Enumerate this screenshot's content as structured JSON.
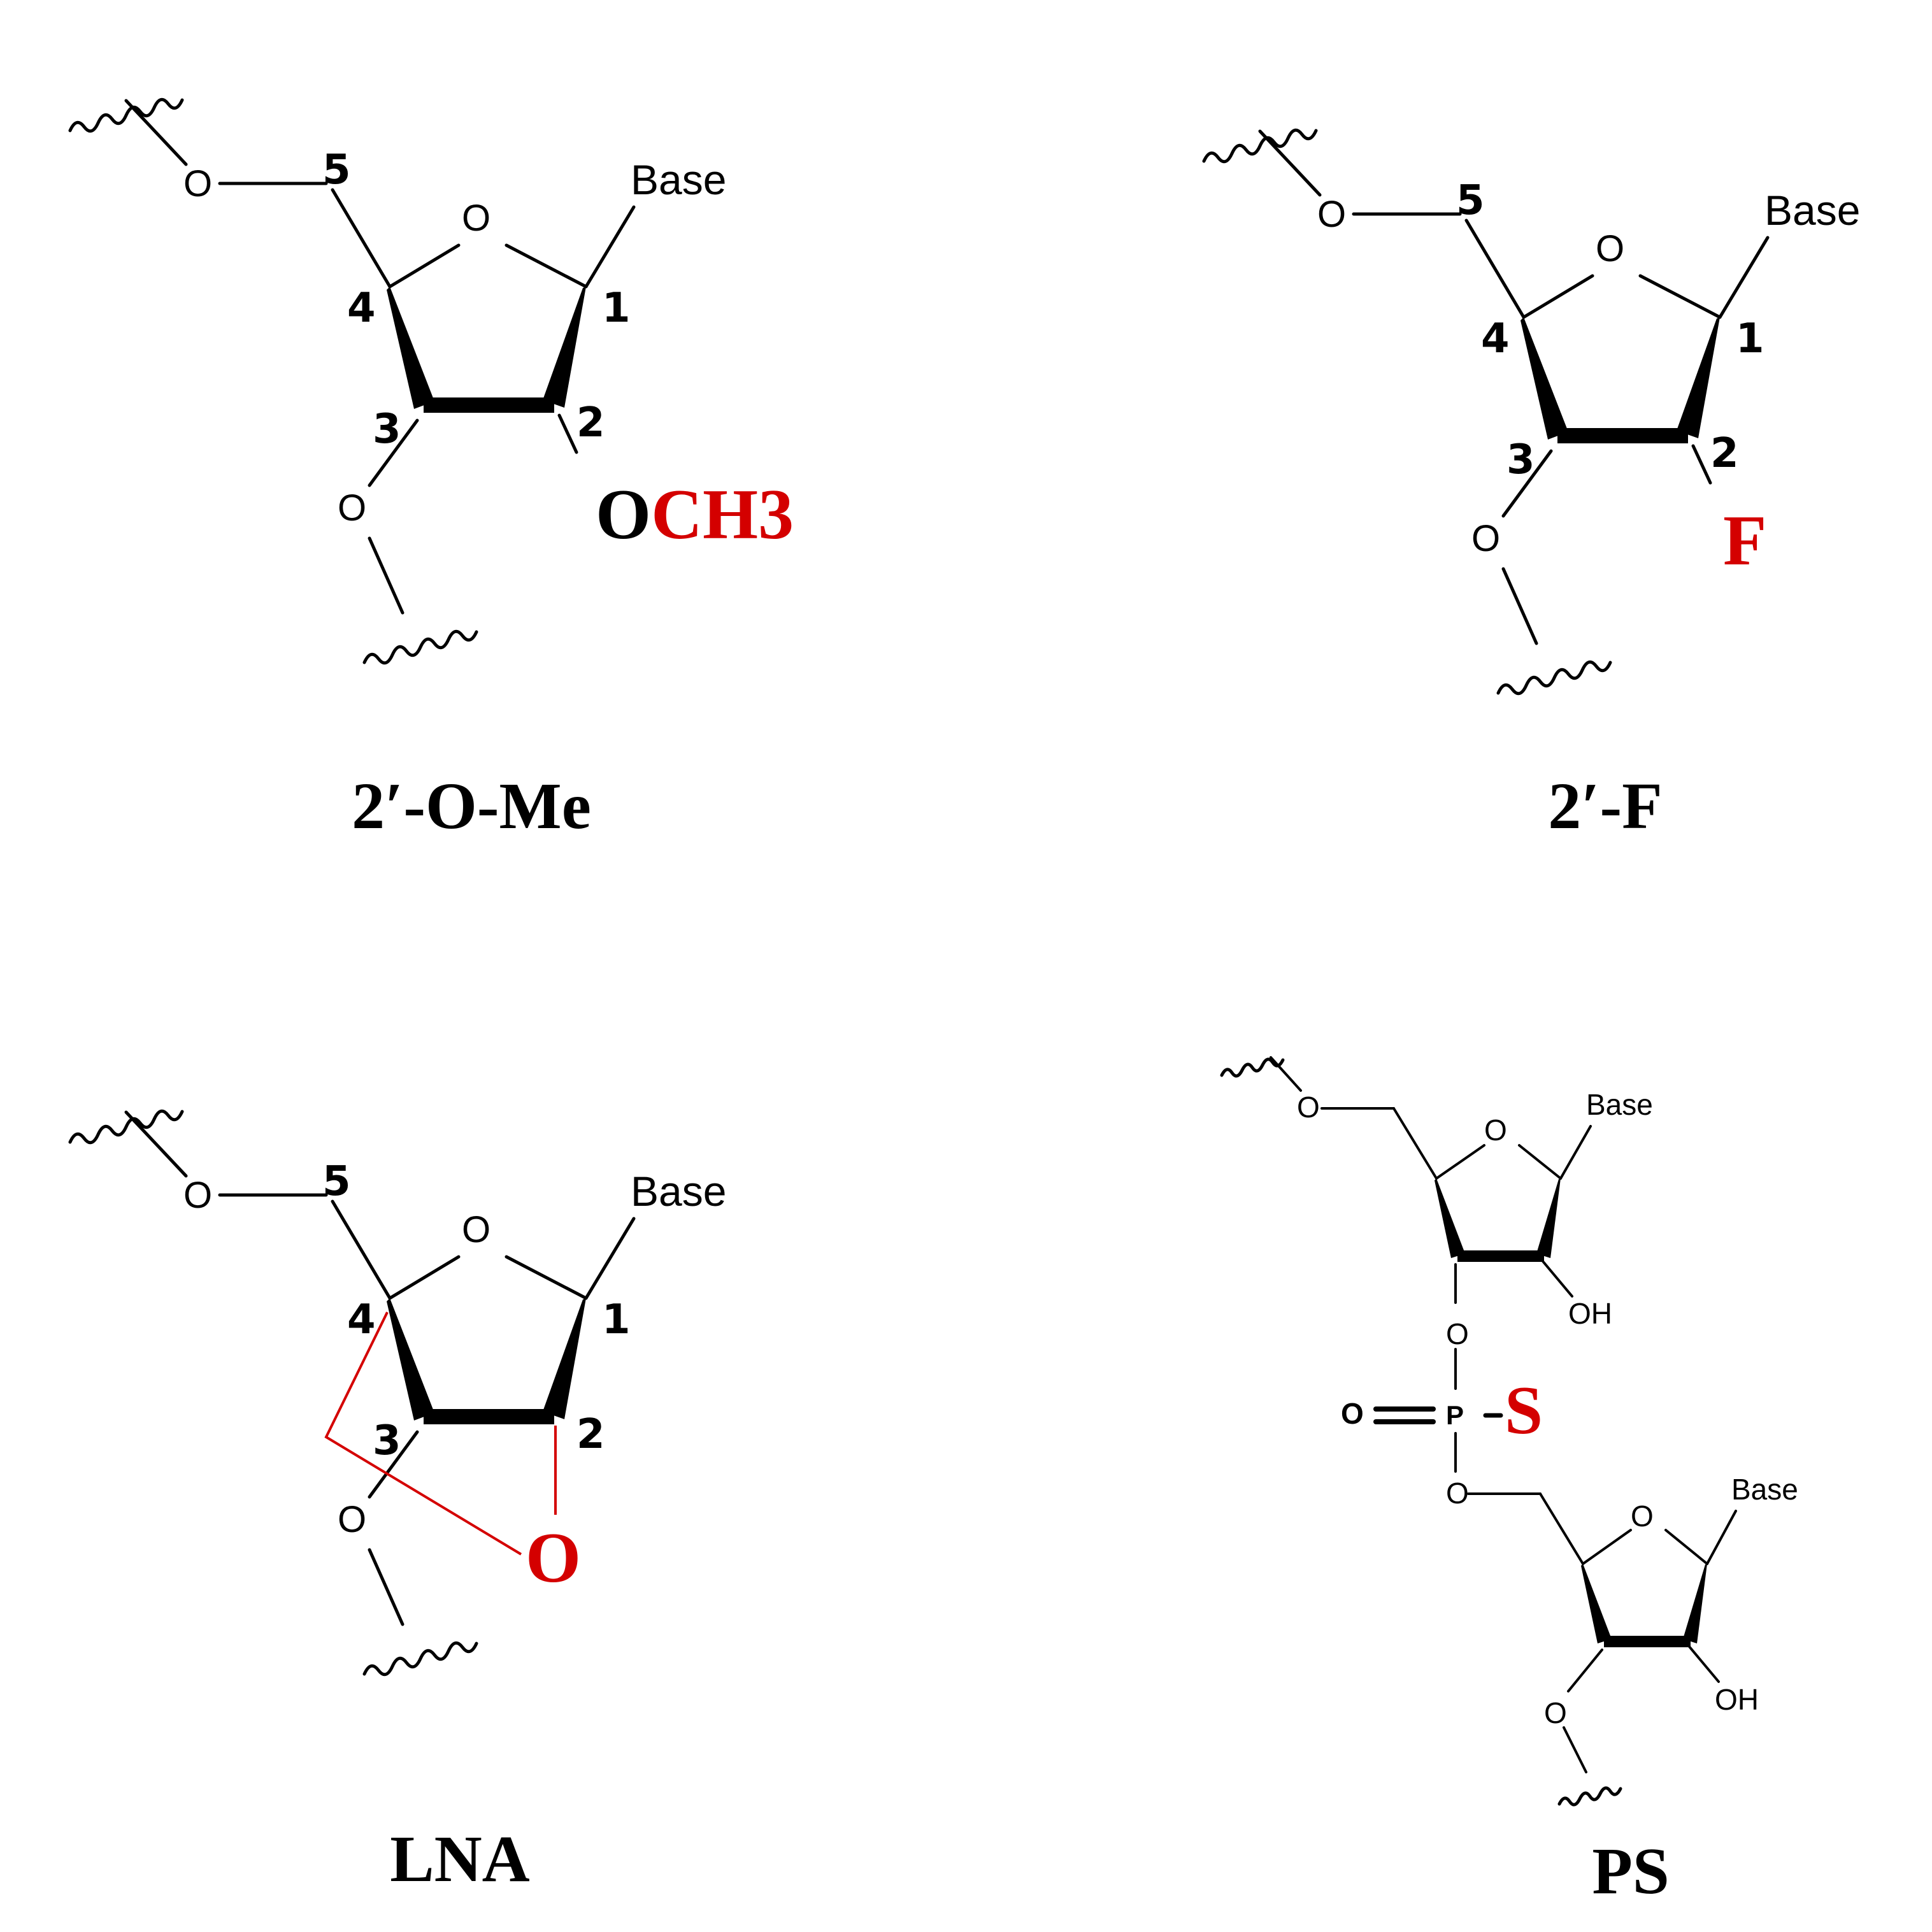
{
  "panels": {
    "ome": {
      "caption": "2′-O-Me",
      "ring_oxygen": "O",
      "linker_oxygen_5": "O",
      "linker_oxygen_3": "O",
      "base": "Base",
      "positions": [
        "1",
        "2",
        "3",
        "4",
        "5"
      ],
      "substituent_o": "O",
      "substituent_rest": "CH3"
    },
    "fluoro": {
      "caption": "2′-F",
      "ring_oxygen": "O",
      "linker_oxygen_5": "O",
      "linker_oxygen_3": "O",
      "base": "Base",
      "positions": [
        "1",
        "2",
        "3",
        "4",
        "5"
      ],
      "substituent": "F"
    },
    "lna": {
      "caption": "LNA",
      "ring_oxygen": "O",
      "linker_oxygen_5": "O",
      "linker_oxygen_3": "O",
      "base": "Base",
      "positions": [
        "1",
        "2",
        "3",
        "4",
        "5"
      ],
      "bridge_oxygen": "O"
    },
    "ps": {
      "caption": "PS",
      "upper_ring_oxygen": "O",
      "upper_linker_oxygen_5": "O",
      "upper_base": "Base",
      "upper_hydroxyl": "OH",
      "upper_linker_oxygen_3": "O",
      "phosphate_double_oxygen": "O",
      "phosphorus": "P",
      "sulfur": "S",
      "lower_linker_oxygen_5": "O",
      "lower_ring_oxygen": "O",
      "lower_base": "Base",
      "lower_hydroxyl": "OH",
      "lower_linker_oxygen_3": "O"
    }
  },
  "colors": {
    "highlight": "#d40000",
    "ink": "#000000"
  }
}
